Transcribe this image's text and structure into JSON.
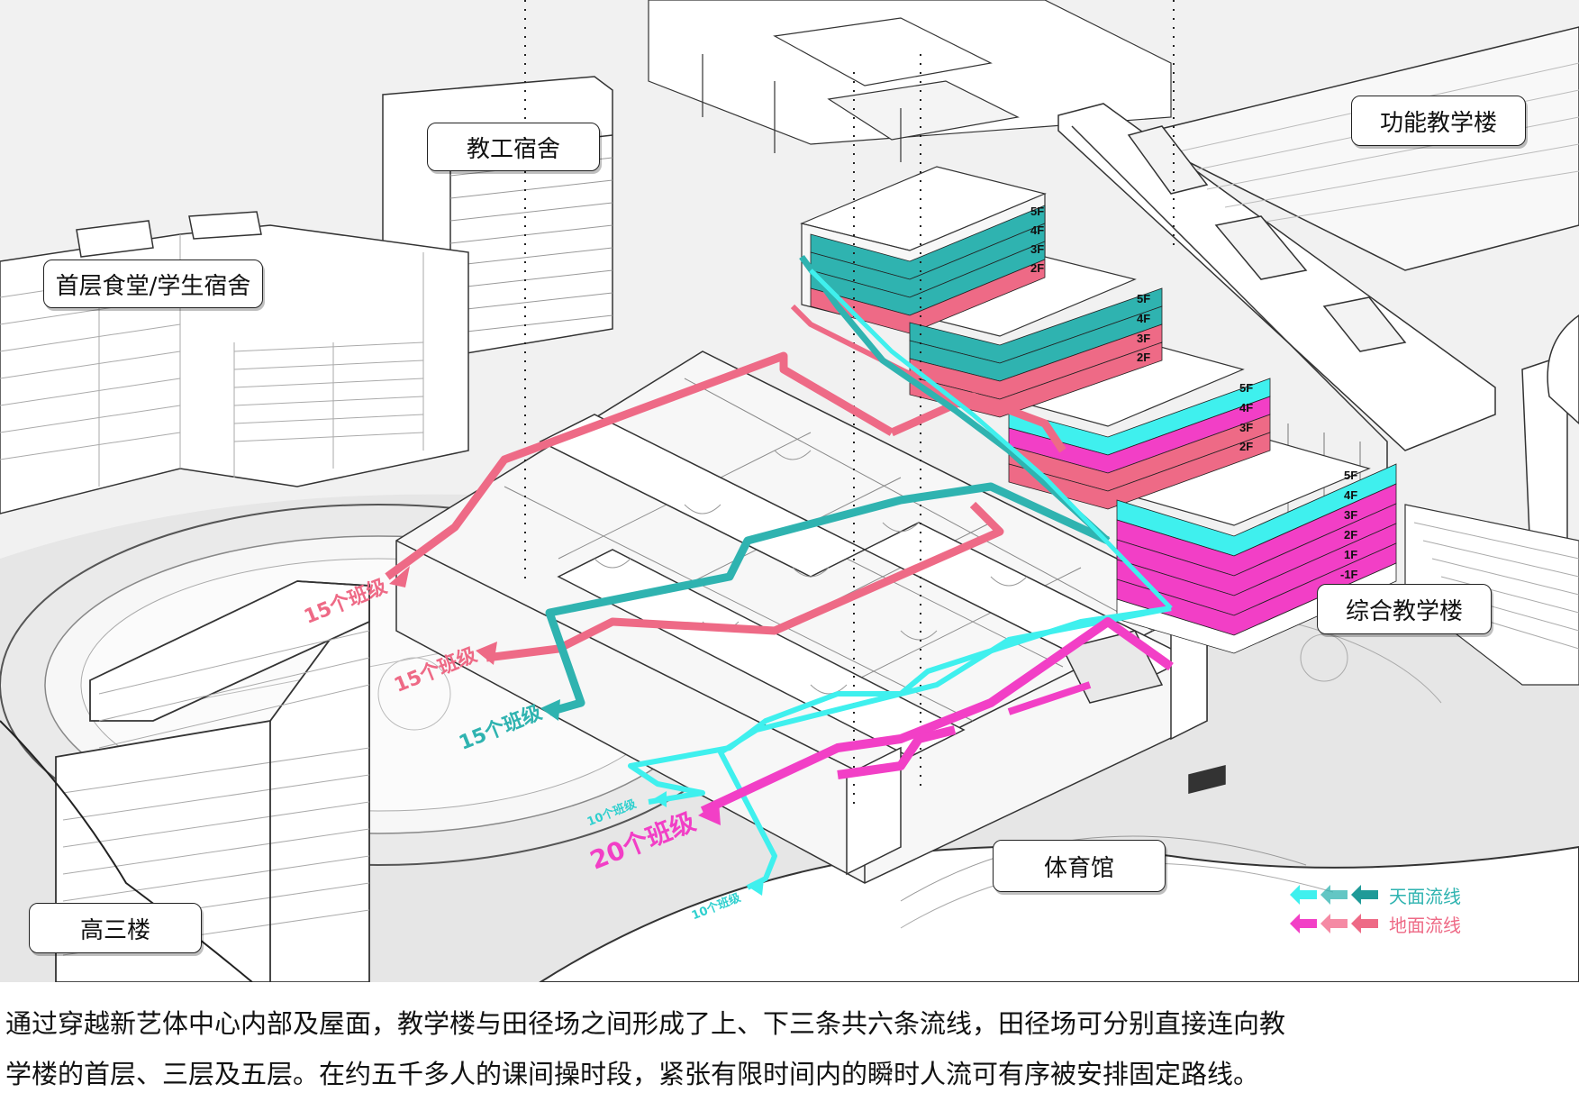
{
  "labels": {
    "staff_dorm": "教工宿舍",
    "canteen_dorm": "首层食堂/学生宿舍",
    "function_building": "功能教学楼",
    "comprehensive_building": "综合教学楼",
    "gymnasium": "体育馆",
    "senior_three": "高三楼"
  },
  "floor_groups": [
    [
      "5F",
      "4F",
      "3F",
      "2F"
    ],
    [
      "5F",
      "4F",
      "3F",
      "2F"
    ],
    [
      "5F",
      "4F",
      "3F",
      "2F"
    ],
    [
      "5F",
      "4F",
      "3F",
      "2F",
      "1F",
      "-1F"
    ]
  ],
  "flow_labels": {
    "pink_top": "15个班级",
    "pink_mid": "15个班级",
    "teal": "15个班级",
    "cyan_small": "10个班级",
    "magenta": "20个班级",
    "cyan_bottom": "10个班级"
  },
  "legend": {
    "sky": "天面流线",
    "ground": "地面流线"
  },
  "caption": {
    "line1": "通过穿越新艺体中心内部及屋面，教学楼与田径场之间形成了上、下三条共六条流线，田径场可分别直接连向教",
    "line2": "学楼的首层、三层及五层。在约五千多人的课间操时段，紧张有限时间内的瞬时人流可有序被安排固定路线。"
  },
  "colors": {
    "teal": "#2fb3b0",
    "teal_dark": "#1f9a98",
    "cyan": "#3ff0ee",
    "pink": "#ee6a86",
    "magenta": "#f23fc6",
    "pink_light": "#f58aa4"
  }
}
